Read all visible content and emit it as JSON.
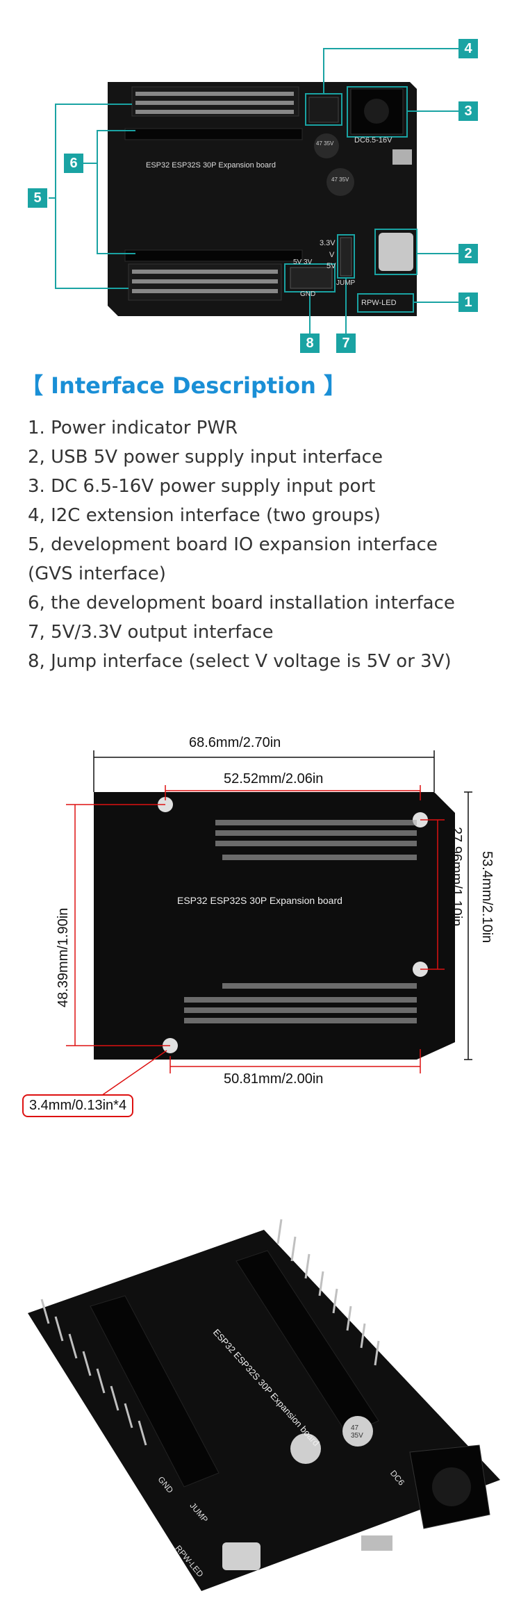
{
  "top_board": {
    "silk_title": "ESP32 ESP32S 30P Expansion board",
    "dc_label": "DC6.5-16V",
    "volt_labels": [
      "3.3V",
      "V",
      "5V"
    ],
    "jump_label": "JUMP",
    "gnd_label": "GND",
    "jumper_label": "5V 3V",
    "led_label": "RPW-LED",
    "cap_label_1": "47 35V",
    "cap_label_2": "47 35V"
  },
  "callouts": [
    "1",
    "2",
    "3",
    "4",
    "5",
    "6",
    "7",
    "8"
  ],
  "section_title": "【 Interface Description 】",
  "descriptions": [
    "1. Power indicator PWR",
    "2, USB 5V power supply input interface",
    "3. DC 6.5-16V power supply input port",
    "4, I2C extension interface (two groups)",
    "5, development board IO expansion interface",
    "(GVS interface)",
    "6, the development board installation interface",
    "7, 5V/3.3V output interface",
    "8, Jump interface (select V voltage is 5V or 3V)"
  ],
  "dimensions": {
    "overall_width": "68.6mm/2.70in",
    "top_hole_span": "52.52mm/2.06in",
    "bottom_hole_span": "50.81mm/2.00in",
    "left_height": "48.39mm/1.90in",
    "inner_right_height": "27.96mm/1.10in",
    "overall_height": "53.4mm/2.10in",
    "hole_size": "3.4mm/0.13in*4",
    "board_text": "ESP32 ESP32S 30P Expansion board"
  },
  "photo": {
    "silk_title": "ESP32 ESP32S 30P Expansion board",
    "dc_label": "DC6",
    "jump_label": "JUMP",
    "gnd_label": "GND",
    "led_label": "RPW-LED",
    "cap_label": "47 35V"
  },
  "colors": {
    "accent_teal": "#1aa3a3",
    "title_blue": "#1a8fd6",
    "dimension_red": "#d11111",
    "board_black": "#111111"
  }
}
